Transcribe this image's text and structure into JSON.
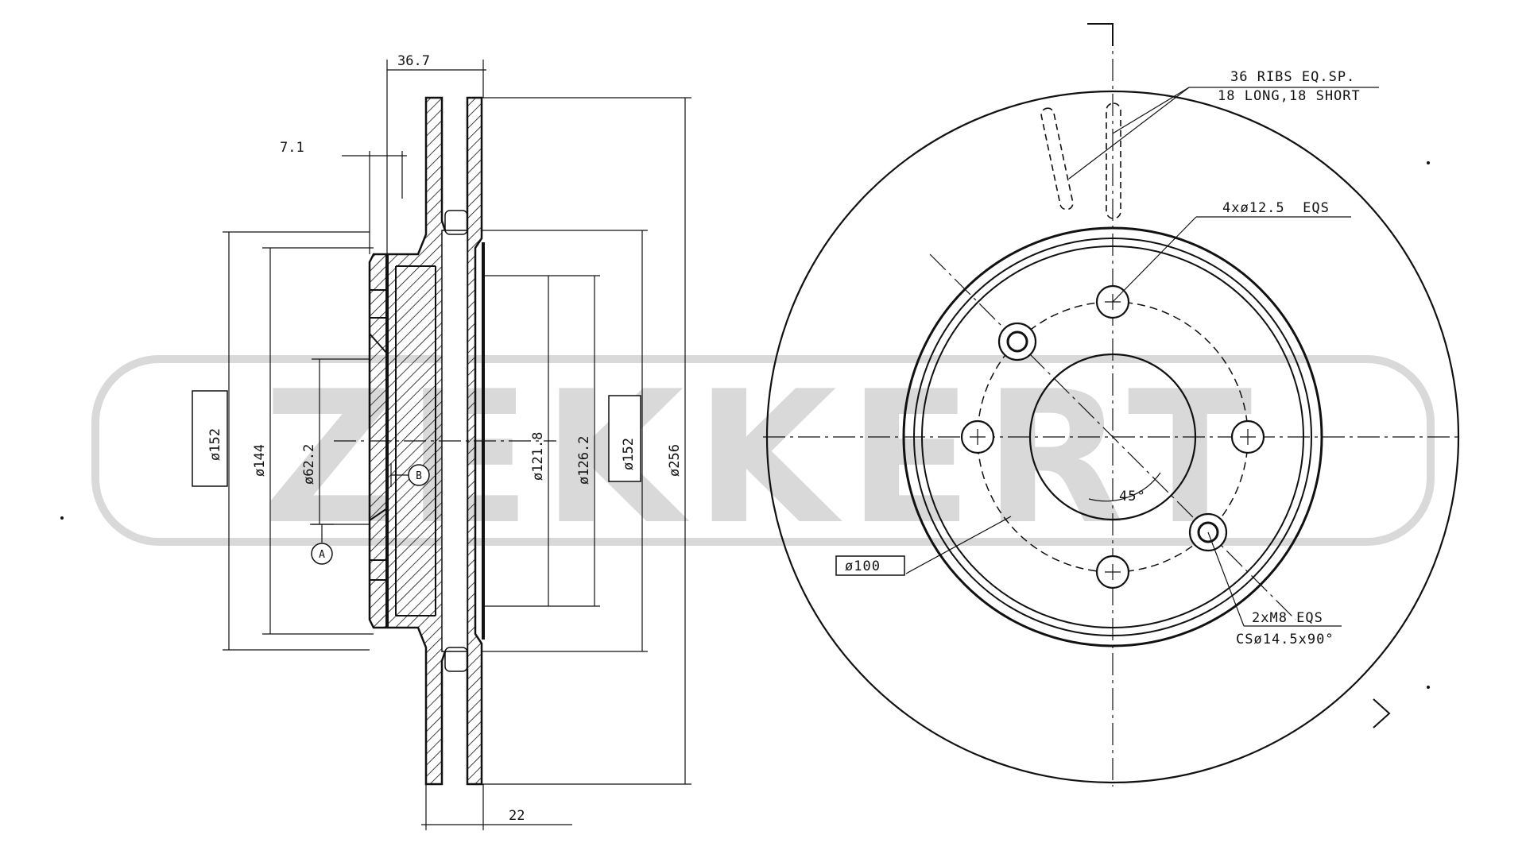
{
  "brand": {
    "watermark": "ZEKKERT",
    "watermark_color": "#d9d9d9",
    "ink_color": "#111111"
  },
  "section_view": {
    "dims": {
      "overall_thickness": "36.7",
      "hat_offset": "7.1",
      "pad_thickness": "22",
      "d152_left": "ø152",
      "d144": "ø144",
      "d62_2": "ø62.2",
      "d121_8": "ø121.8",
      "d126_2": "ø126.2",
      "d152_right": "ø152",
      "d256": "ø256"
    },
    "datums": {
      "a": "A",
      "b": "B"
    }
  },
  "front_view": {
    "callouts": {
      "ribs_line1": "36 RIBS EQ.SP.",
      "ribs_line2": "18 LONG,18 SHORT",
      "holes": "4xø12.5  EQS",
      "pcd": "ø100",
      "threads_line1": "2xM8 EQS",
      "threads_line2": "CSø14.5x90°",
      "angle": "45°"
    }
  }
}
